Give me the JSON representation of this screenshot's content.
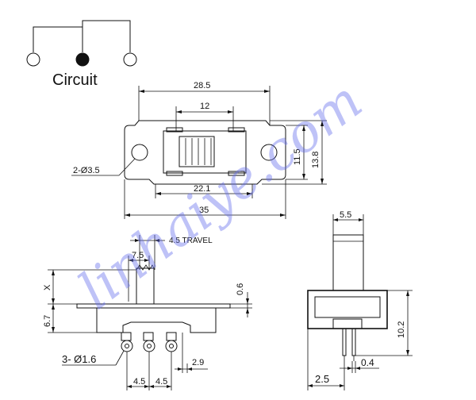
{
  "circuit": {
    "label": "Circuit"
  },
  "top_view": {
    "dim_length": "28.5",
    "dim_slot": "12",
    "dim_inner_h": "11.5",
    "dim_outer_h": "13.8",
    "dim_holes": "2-Ø3.5",
    "dim_hole_spacing": "22.1",
    "dim_total": "35"
  },
  "front_view": {
    "dim_travel": "4.5 TRAVEL",
    "dim_knob": "7.5",
    "dim_x": "X",
    "dim_plate": "0.6",
    "dim_body_h": "6.7",
    "dim_pins": "3-  Ø1.6",
    "dim_pitch_left": "4.5",
    "dim_pitch_right": "4.5",
    "dim_offset": "2.9"
  },
  "side_view": {
    "dim_knob_w": "5.5",
    "dim_height": "10.2",
    "dim_pin_off": "2.5",
    "dim_pin_t": "0.4"
  },
  "watermark": {
    "text": "linhaiye.com"
  }
}
